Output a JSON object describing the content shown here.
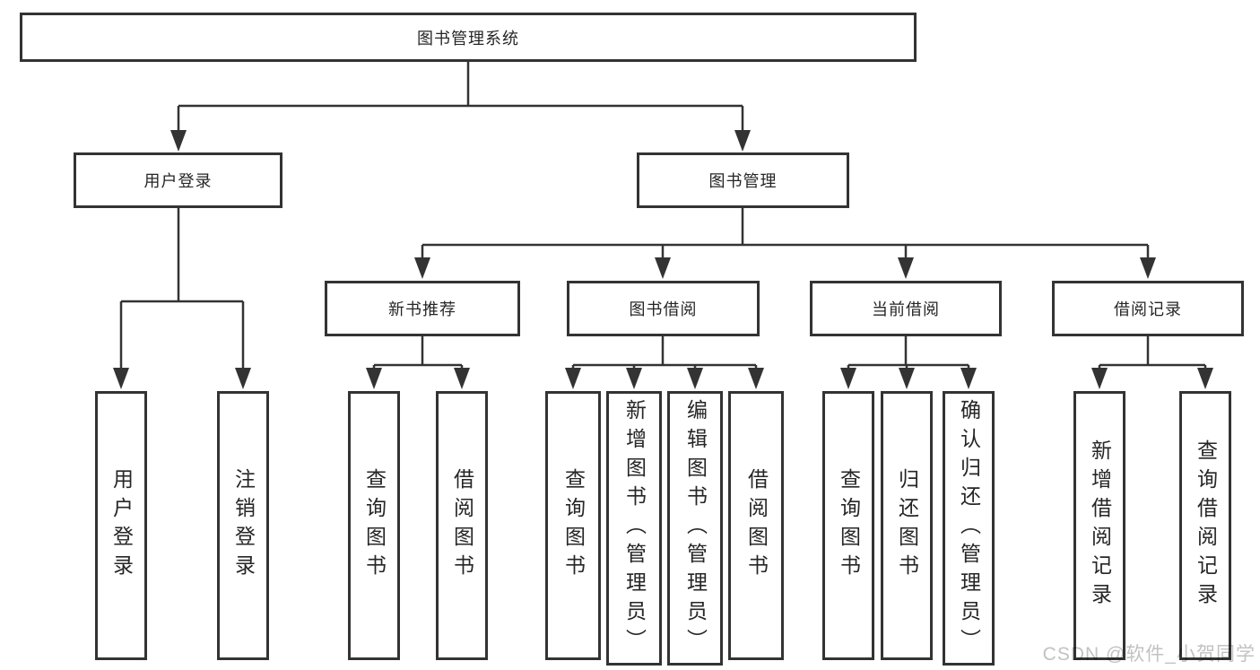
{
  "diagram": {
    "root": {
      "label": "图书管理系统"
    },
    "branches": [
      {
        "label": "用户登录",
        "children": [
          {
            "label": "用户登录"
          },
          {
            "label": "注销登录"
          }
        ]
      },
      {
        "label": "图书管理",
        "children": [
          {
            "label": "新书推荐",
            "children": [
              {
                "label": "查询图书"
              },
              {
                "label": "借阅图书"
              }
            ]
          },
          {
            "label": "图书借阅",
            "children": [
              {
                "label": "查询图书"
              },
              {
                "label": "新增图书（管理员）"
              },
              {
                "label": "编辑图书（管理员）"
              },
              {
                "label": "借阅图书"
              }
            ]
          },
          {
            "label": "当前借阅",
            "children": [
              {
                "label": "查询图书"
              },
              {
                "label": "归还图书"
              },
              {
                "label": "确认归还（管理员）"
              }
            ]
          },
          {
            "label": "借阅记录",
            "children": [
              {
                "label": "新增借阅记录"
              },
              {
                "label": "查询借阅记录"
              }
            ]
          }
        ]
      }
    ]
  },
  "watermark": {
    "text": "CSDN @软件_小贺同学"
  },
  "colors": {
    "line": "#333333",
    "text": "#262626",
    "watermark": "#c2c2c2",
    "background": "#ffffff"
  }
}
